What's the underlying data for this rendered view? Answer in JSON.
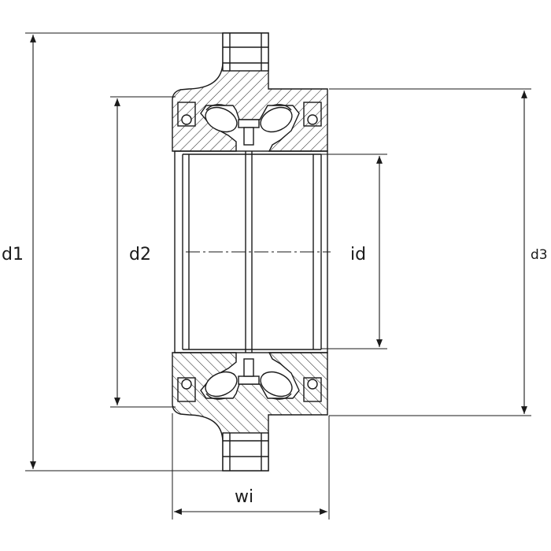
{
  "dimensions": {
    "d1": "d1",
    "d2": "d2",
    "d3": "d3",
    "id": "id",
    "wi": "wi"
  },
  "colors": {
    "line": "#1a1a1a",
    "background": "#ffffff"
  }
}
